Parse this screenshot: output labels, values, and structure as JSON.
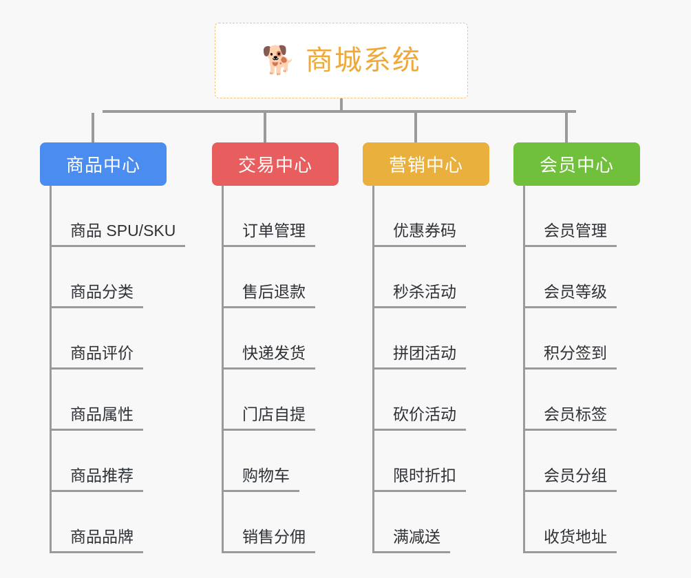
{
  "diagram": {
    "type": "mind-map",
    "background_color": "#f8f8f8",
    "connector_color": "#9a9a9a"
  },
  "root": {
    "icon": "🐕",
    "icon_name": "shiba-dog-icon",
    "title": "商城系统",
    "text_color": "#efa93a",
    "border_color": "#f0c378",
    "background_color": "#ffffff"
  },
  "branches": [
    {
      "label": "商品中心",
      "color": "#4a8cf0",
      "leaves": [
        "商品 SPU/SKU",
        "商品分类",
        "商品评价",
        "商品属性",
        "商品推荐",
        "商品品牌"
      ]
    },
    {
      "label": "交易中心",
      "color": "#e85d5d",
      "leaves": [
        "订单管理",
        "售后退款",
        "快递发货",
        "门店自提",
        "购物车",
        "销售分佣"
      ]
    },
    {
      "label": "营销中心",
      "color": "#eab03e",
      "leaves": [
        "优惠券码",
        "秒杀活动",
        "拼团活动",
        "砍价活动",
        "限时折扣",
        "满减送"
      ]
    },
    {
      "label": "会员中心",
      "color": "#70c03c",
      "leaves": [
        "会员管理",
        "会员等级",
        "积分签到",
        "会员标签",
        "会员分组",
        "收货地址"
      ]
    }
  ]
}
